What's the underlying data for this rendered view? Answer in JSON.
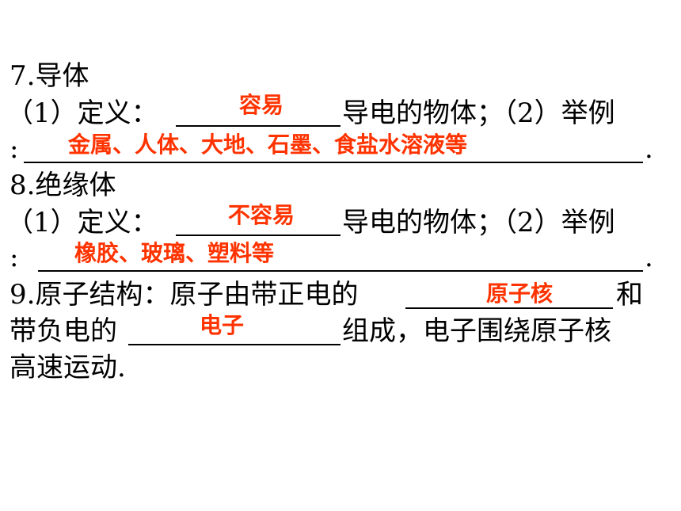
{
  "colors": {
    "text": "#000000",
    "answer": "#ff3300",
    "background": "#ffffff"
  },
  "sections": {
    "conductor": {
      "heading": "7.导体",
      "def_prefix": "（1）定义：",
      "def_suffix": "导电的物体；（2）举例",
      "def_answer": "容易",
      "example_colon": ":",
      "example_answer": "金属、人体、大地、石墨、食盐水溶液等",
      "example_end": "."
    },
    "insulator": {
      "heading": "8.绝缘体",
      "def_prefix": "（1）定义：",
      "def_suffix": "导电的物体；（2）举例",
      "def_answer": "不容易",
      "example_colon": ":",
      "example_answer": "橡胶、玻璃、塑料等",
      "example_end": "."
    },
    "atom": {
      "line1_prefix": "9.原子结构：原子由带正电的",
      "line1_answer": "原子核",
      "line1_suffix": "和",
      "line2_prefix": "带负电的",
      "line2_answer": "电子",
      "line2_suffix": "组成，电子围绕原子核",
      "line3": "高速运动."
    }
  }
}
